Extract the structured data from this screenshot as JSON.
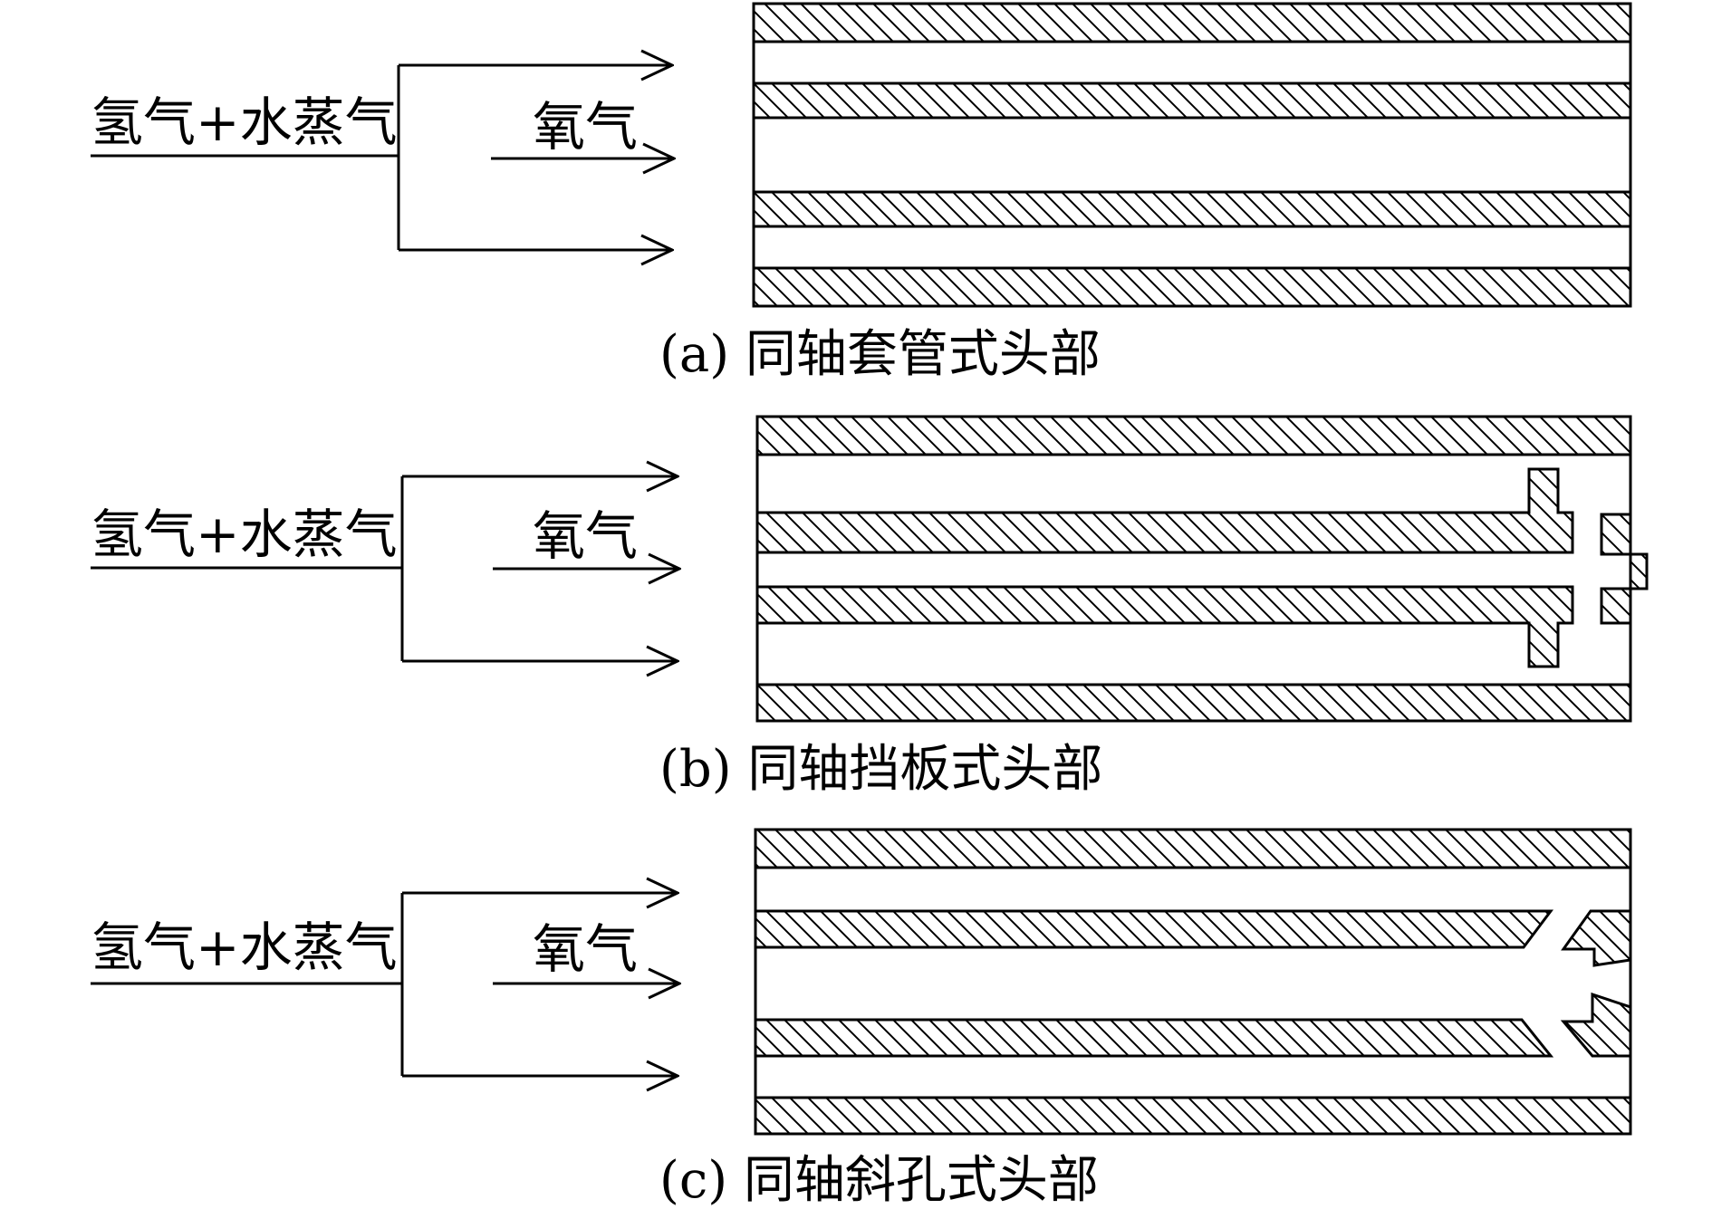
{
  "panels": [
    {
      "id": "a",
      "gas_left": "氢气+水蒸气",
      "gas_inner": "氧气",
      "caption": "(a) 同轴套管式头部"
    },
    {
      "id": "b",
      "gas_left": "氢气+水蒸气",
      "gas_inner": "氧气",
      "caption": "(b) 同轴挡板式头部"
    },
    {
      "id": "c",
      "gas_left": "氢气+水蒸气",
      "gas_inner": "氧气",
      "caption": "(c) 同轴斜孔式头部"
    }
  ],
  "colors": {
    "stroke": "#000000",
    "background": "#ffffff"
  }
}
